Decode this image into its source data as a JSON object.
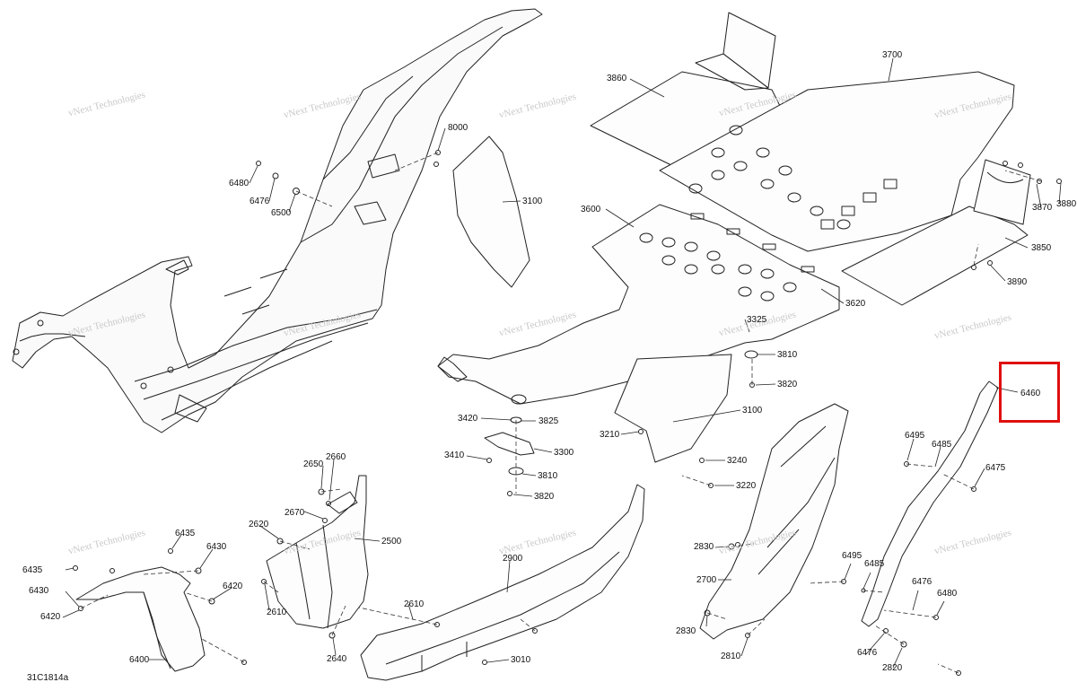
{
  "figure_id": "31C1814a",
  "highlight_color": "#e01010",
  "highlighted_part": "6460",
  "watermark": "vNext Technologies",
  "callouts": [
    {
      "id": "c-8000",
      "text": "8000"
    },
    {
      "id": "c-6480a",
      "text": "6480"
    },
    {
      "id": "c-6476a",
      "text": "6476"
    },
    {
      "id": "c-6500",
      "text": "6500"
    },
    {
      "id": "c-3100a",
      "text": "3100"
    },
    {
      "id": "c-3860",
      "text": "3860"
    },
    {
      "id": "c-3700",
      "text": "3700"
    },
    {
      "id": "c-3600",
      "text": "3600"
    },
    {
      "id": "c-3870",
      "text": "3870"
    },
    {
      "id": "c-3880",
      "text": "3880"
    },
    {
      "id": "c-3850",
      "text": "3850"
    },
    {
      "id": "c-3890",
      "text": "3890"
    },
    {
      "id": "c-3620",
      "text": "3620"
    },
    {
      "id": "c-3325",
      "text": "3325"
    },
    {
      "id": "c-3810a",
      "text": "3810"
    },
    {
      "id": "c-3820a",
      "text": "3820"
    },
    {
      "id": "c-6460",
      "text": "6460"
    },
    {
      "id": "c-3420",
      "text": "3420"
    },
    {
      "id": "c-3825",
      "text": "3825"
    },
    {
      "id": "c-3100b",
      "text": "3100"
    },
    {
      "id": "c-3210",
      "text": "3210"
    },
    {
      "id": "c-3300",
      "text": "3300"
    },
    {
      "id": "c-3410",
      "text": "3410"
    },
    {
      "id": "c-3810b",
      "text": "3810"
    },
    {
      "id": "c-3820b",
      "text": "3820"
    },
    {
      "id": "c-3240",
      "text": "3240"
    },
    {
      "id": "c-3220",
      "text": "3220"
    },
    {
      "id": "c-6495a",
      "text": "6495"
    },
    {
      "id": "c-6485a",
      "text": "6485"
    },
    {
      "id": "c-6475",
      "text": "6475"
    },
    {
      "id": "c-2650",
      "text": "2650"
    },
    {
      "id": "c-2660",
      "text": "2660"
    },
    {
      "id": "c-2670",
      "text": "2670"
    },
    {
      "id": "c-2620",
      "text": "2620"
    },
    {
      "id": "c-2500",
      "text": "2500"
    },
    {
      "id": "c-2900",
      "text": "2900"
    },
    {
      "id": "c-2610a",
      "text": "2610"
    },
    {
      "id": "c-2610b",
      "text": "2610"
    },
    {
      "id": "c-2640",
      "text": "2640"
    },
    {
      "id": "c-3010",
      "text": "3010"
    },
    {
      "id": "c-6435a",
      "text": "6435"
    },
    {
      "id": "c-6430a",
      "text": "6430"
    },
    {
      "id": "c-6435b",
      "text": "6435"
    },
    {
      "id": "c-6430b",
      "text": "6430"
    },
    {
      "id": "c-6420a",
      "text": "6420"
    },
    {
      "id": "c-6420b",
      "text": "6420"
    },
    {
      "id": "c-6400",
      "text": "6400"
    },
    {
      "id": "c-2830a",
      "text": "2830"
    },
    {
      "id": "c-2700",
      "text": "2700"
    },
    {
      "id": "c-2830b",
      "text": "2830"
    },
    {
      "id": "c-2810",
      "text": "2810"
    },
    {
      "id": "c-6495b",
      "text": "6495"
    },
    {
      "id": "c-6485b",
      "text": "6485"
    },
    {
      "id": "c-6476b",
      "text": "6476"
    },
    {
      "id": "c-6480b",
      "text": "6480"
    },
    {
      "id": "c-6476c",
      "text": "6476"
    },
    {
      "id": "c-2820",
      "text": "2820"
    }
  ]
}
